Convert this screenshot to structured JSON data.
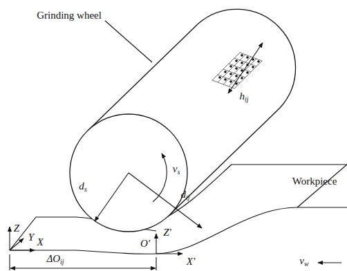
{
  "diagram": {
    "labels": [
      "Grinding wheel",
      "hij",
      "vs",
      "Z",
      "Y",
      "X",
      "ds",
      "dij",
      "Workpiece",
      "Z'",
      "X'",
      "O'",
      "ΔOij",
      "vw"
    ]
  }
}
